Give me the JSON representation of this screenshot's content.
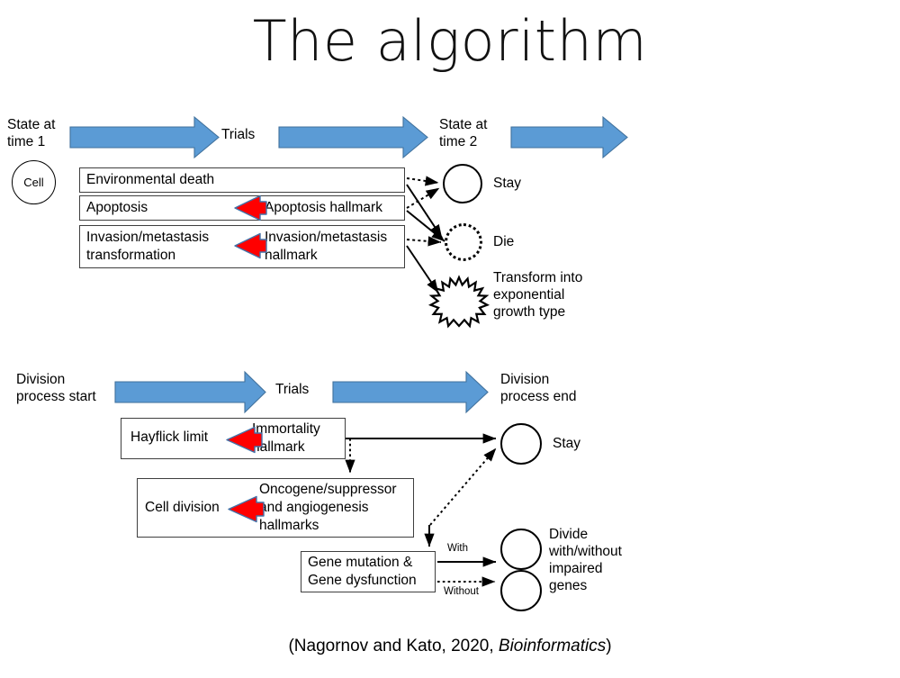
{
  "title": "The algorithm",
  "colors": {
    "blue_arrow": "#5B9BD5",
    "blue_arrow_outline": "#41719C",
    "red_arrow": "#FF0000",
    "red_arrow_outline": "#4472A8",
    "box_border": "#3F3F3F",
    "shape_stroke": "#000000",
    "text": "#000000"
  },
  "top_diagram": {
    "stage_labels": {
      "start": "State at\ntime 1",
      "middle": "Trials",
      "end": "State at\ntime 2"
    },
    "cell_label": "Cell",
    "processes": [
      {
        "id": "environmental-death",
        "left_text": "Environmental death",
        "right_text": "",
        "has_red_arrow": false
      },
      {
        "id": "apoptosis",
        "left_text": "Apoptosis",
        "right_text": "Apoptosis hallmark",
        "has_red_arrow": true
      },
      {
        "id": "invasion-metastasis",
        "left_text": "Invasion/metastasis\ntransformation",
        "right_text": "Invasion/metastasis\nhallmark",
        "has_red_arrow": true
      }
    ],
    "outcomes": [
      {
        "id": "stay",
        "label": "Stay",
        "shape": "circle-solid"
      },
      {
        "id": "die",
        "label": "Die",
        "shape": "circle-dotted"
      },
      {
        "id": "transform",
        "label": "Transform into\nexponential\ngrowth type",
        "shape": "starburst"
      }
    ]
  },
  "bottom_diagram": {
    "stage_labels": {
      "start": "Division\nprocess start",
      "middle": "Trials",
      "end": "Division\nprocess end"
    },
    "processes": [
      {
        "id": "hayflick-limit",
        "left_text": "Hayflick limit",
        "right_text": "Immortality\nhallmark",
        "has_red_arrow": true
      },
      {
        "id": "cell-division",
        "left_text": "Cell division",
        "right_text": "Oncogene/suppressor\nand angiogenesis\nhallmarks",
        "has_red_arrow": true
      },
      {
        "id": "gene-mutation",
        "left_text": "Gene mutation &\nGene dysfunction",
        "right_text": "",
        "has_red_arrow": false
      }
    ],
    "edge_labels": {
      "with": "With",
      "without": "Without"
    },
    "outcomes": [
      {
        "id": "stay",
        "label": "Stay",
        "shape": "circle-solid"
      },
      {
        "id": "divide",
        "label": "Divide\nwith/without\nimpaired\ngenes",
        "shape": "double-circle"
      }
    ]
  },
  "caption": {
    "prefix": "(Nagornov and Kato, 2020, ",
    "journal": "Bioinformatics",
    "suffix": ")"
  }
}
